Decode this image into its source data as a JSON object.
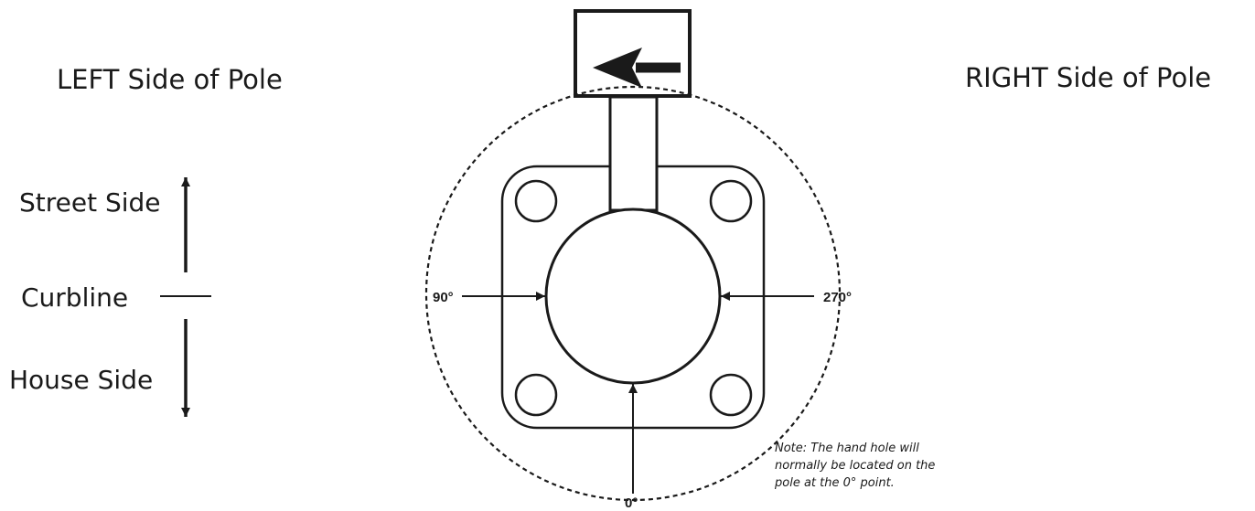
{
  "labels": {
    "left_side": "LEFT Side of Pole",
    "right_side": "RIGHT Side of Pole",
    "street_side": "Street Side",
    "curbline": "Curbline",
    "house_side": "House Side"
  },
  "angles": {
    "deg_90": "90°",
    "deg_270": "270°",
    "deg_0": "0°"
  },
  "note": "Note: The hand hole will normally be located on the pole at the 0° point.",
  "colors": {
    "stroke": "#1a1a1a",
    "background": "#ffffff"
  },
  "icons": {
    "direction_sign": "left-arrow-icon"
  }
}
